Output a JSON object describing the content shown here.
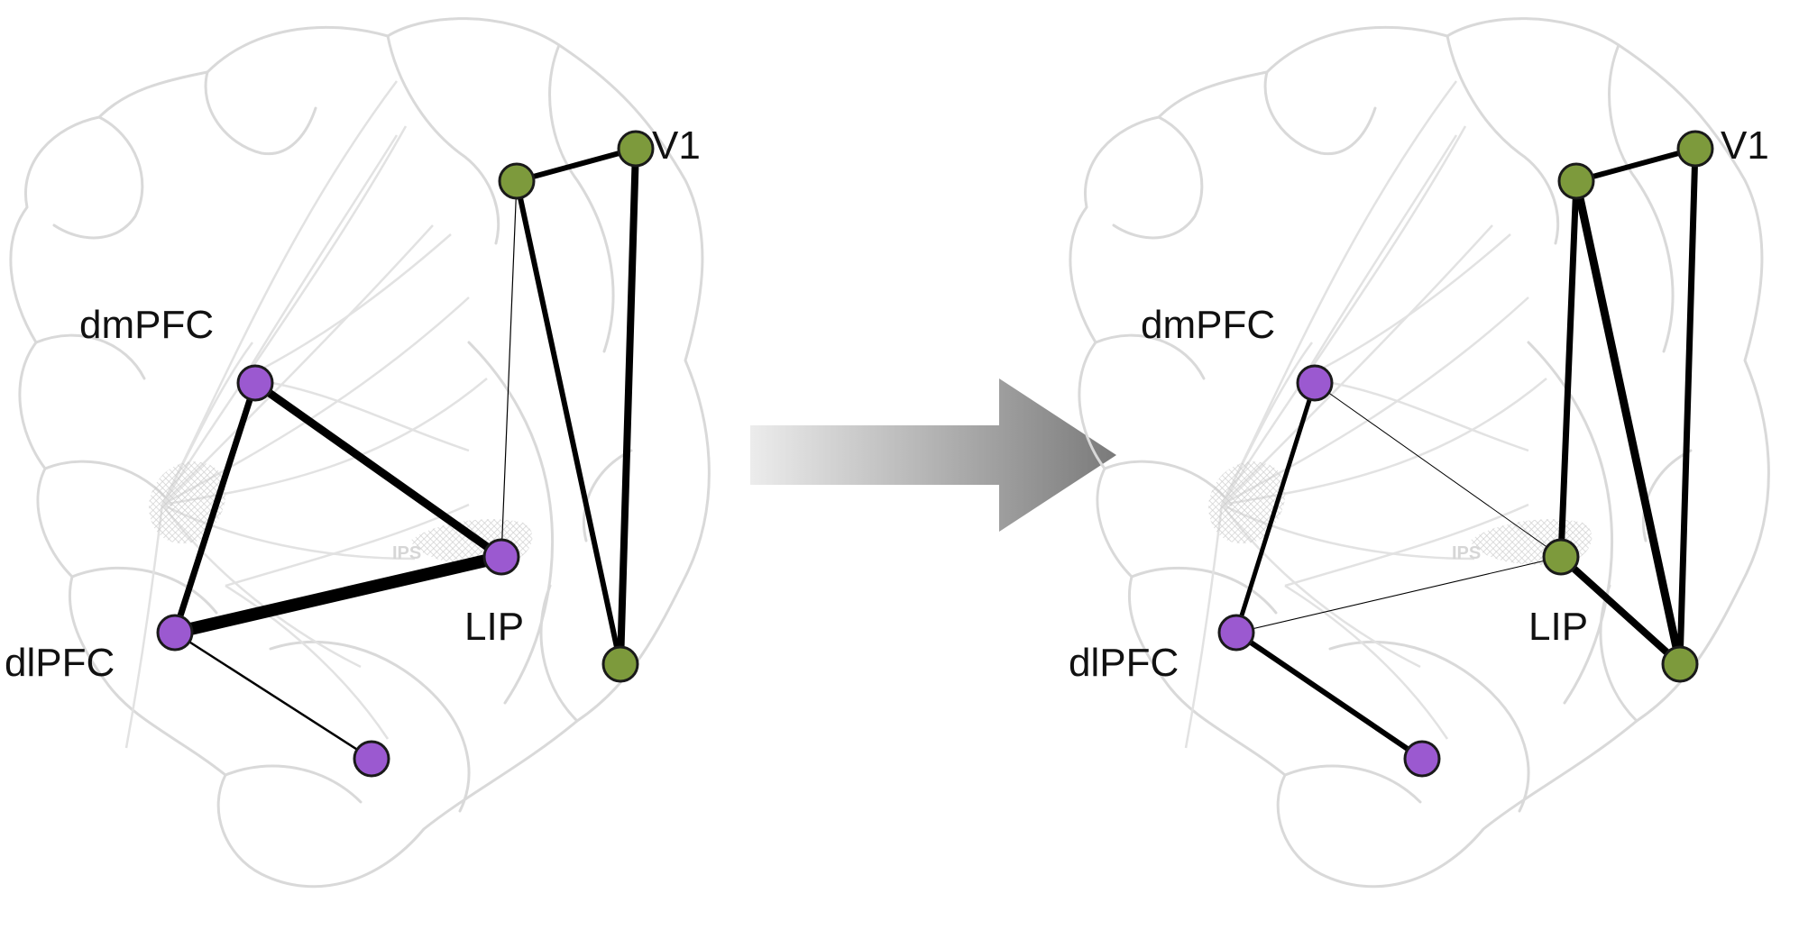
{
  "colors": {
    "prefrontal_node": "#9b59d0",
    "visual_node": "#7d9a3c",
    "edge": "#000000",
    "brain_outline": "#d9d9d9",
    "arrow_light": "#e8e8e8",
    "arrow_dark": "#7f7f7f"
  },
  "panels": [
    {
      "labels": {
        "v1": "V1",
        "dmpfc": "dmPFC",
        "lip": "LIP",
        "dlpfc": "dlPFC",
        "ips": "IPS"
      },
      "nodes": [
        {
          "id": "dmpfc",
          "group": "prefrontal"
        },
        {
          "id": "dlpfc",
          "group": "prefrontal"
        },
        {
          "id": "lip",
          "group": "prefrontal"
        },
        {
          "id": "ventral",
          "group": "prefrontal"
        },
        {
          "id": "v1",
          "group": "visual"
        },
        {
          "id": "v_upper",
          "group": "visual"
        },
        {
          "id": "v_lower",
          "group": "visual"
        }
      ],
      "edges": [
        {
          "from": "dlpfc",
          "to": "lip",
          "weight": 14
        },
        {
          "from": "dmpfc",
          "to": "lip",
          "weight": 9
        },
        {
          "from": "dmpfc",
          "to": "dlpfc",
          "weight": 7
        },
        {
          "from": "dlpfc",
          "to": "ventral",
          "weight": 2.5
        },
        {
          "from": "lip",
          "to": "v_upper",
          "weight": 1.2
        },
        {
          "from": "v_upper",
          "to": "v1",
          "weight": 6
        },
        {
          "from": "v_upper",
          "to": "v_lower",
          "weight": 6
        },
        {
          "from": "v1",
          "to": "v_lower",
          "weight": 8
        }
      ]
    },
    {
      "labels": {
        "v1": "V1",
        "dmpfc": "dmPFC",
        "lip": "LIP",
        "dlpfc": "dlPFC",
        "ips": "IPS"
      },
      "nodes": [
        {
          "id": "dmpfc",
          "group": "prefrontal"
        },
        {
          "id": "dlpfc",
          "group": "prefrontal"
        },
        {
          "id": "lip",
          "group": "visual"
        },
        {
          "id": "ventral",
          "group": "prefrontal"
        },
        {
          "id": "v1",
          "group": "visual"
        },
        {
          "id": "v_upper",
          "group": "visual"
        },
        {
          "id": "v_lower",
          "group": "visual"
        }
      ],
      "edges": [
        {
          "from": "dmpfc",
          "to": "dlpfc",
          "weight": 5
        },
        {
          "from": "dmpfc",
          "to": "lip",
          "weight": 1
        },
        {
          "from": "dlpfc",
          "to": "lip",
          "weight": 1
        },
        {
          "from": "dlpfc",
          "to": "ventral",
          "weight": 6
        },
        {
          "from": "lip",
          "to": "v_upper",
          "weight": 7
        },
        {
          "from": "lip",
          "to": "v_lower",
          "weight": 8
        },
        {
          "from": "v_upper",
          "to": "v1",
          "weight": 6
        },
        {
          "from": "v_upper",
          "to": "v_lower",
          "weight": 9
        },
        {
          "from": "v1",
          "to": "v_lower",
          "weight": 7
        }
      ]
    }
  ]
}
